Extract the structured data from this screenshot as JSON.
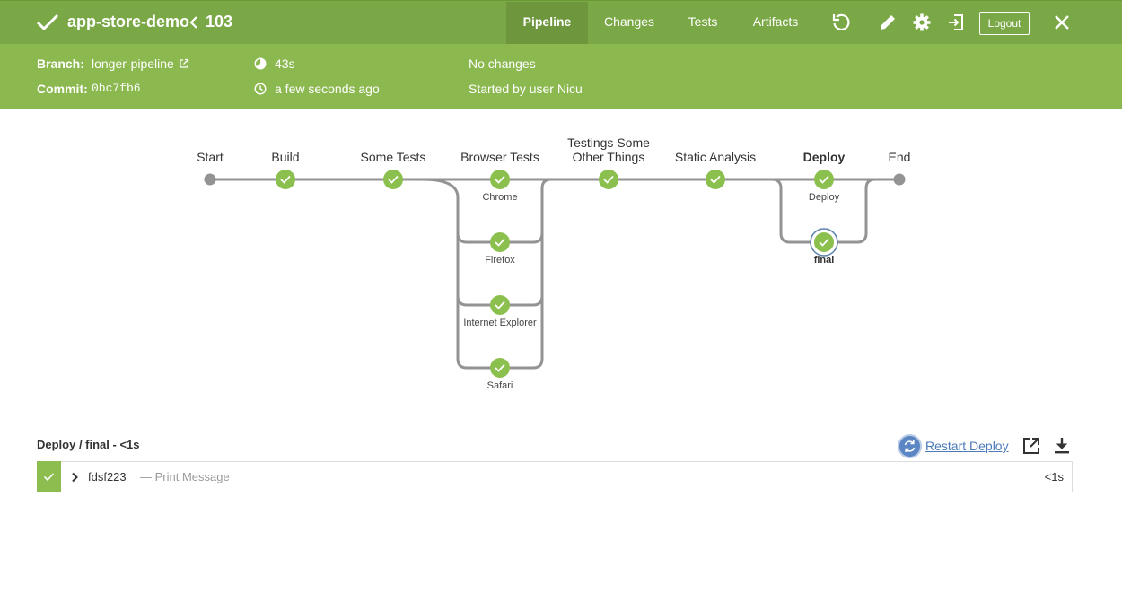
{
  "header": {
    "title": "app-store-demo",
    "run_number": "103",
    "tabs": [
      {
        "label": "Pipeline",
        "active": true
      },
      {
        "label": "Changes",
        "active": false
      },
      {
        "label": "Tests",
        "active": false
      },
      {
        "label": "Artifacts",
        "active": false
      }
    ],
    "logout_label": "Logout",
    "icons": [
      "replay-icon",
      "edit-pencil-icon",
      "gear-icon",
      "exit-icon",
      "close-icon"
    ]
  },
  "info": {
    "branch_label": "Branch:",
    "branch_value": "longer-pipeline",
    "commit_label": "Commit:",
    "commit_value": "0bc7fb6",
    "duration": "43s",
    "started_ago": "a few seconds ago",
    "changes": "No changes",
    "started_by": "Started by user Nicu"
  },
  "pipeline": {
    "stages": {
      "start": "Start",
      "build": "Build",
      "some_tests": "Some Tests",
      "browser_tests": "Browser Tests",
      "testings_line1": "Testings Some",
      "testings_line2": "Other Things",
      "static_analysis": "Static Analysis",
      "deploy": "Deploy",
      "end": "End"
    },
    "branches": {
      "chrome": "Chrome",
      "firefox": "Firefox",
      "ie": "Internet Explorer",
      "safari": "Safari",
      "deploy": "Deploy",
      "final": "final"
    },
    "selected": "final"
  },
  "log": {
    "header": "Deploy / final - <1s",
    "restart_label": "Restart Deploy",
    "steps": [
      {
        "name": "fdsf223",
        "description": "— Print Message",
        "duration": "<1s",
        "status": "success"
      }
    ]
  },
  "colors": {
    "header_bg": "#7aa846",
    "info_bg": "#8cb850",
    "success": "#8cc04e",
    "connector": "#949393",
    "link": "#4a7ab8"
  }
}
